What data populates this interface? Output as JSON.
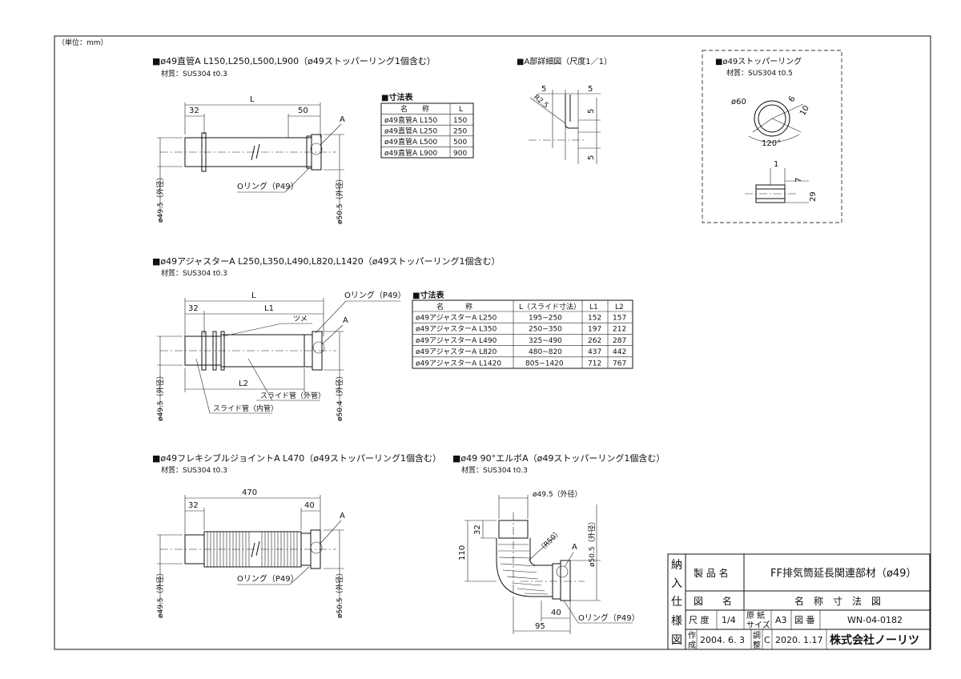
{
  "unit": "（単位：mm）",
  "straight": {
    "title": "■ø49直管A L150,L250,L500,L900（ø49ストッパーリング1個含む）",
    "material": "材質：SUS304 t0.3",
    "dim_L": "L",
    "dim_32": "32",
    "dim_50": "50",
    "label_A": "A",
    "oring": "Oリング（P49）",
    "od_left": "ø49.5（外径）",
    "od_right": "ø50.5（外径）",
    "table_title": "■寸法表",
    "table_head": [
      "名　　称",
      "L"
    ],
    "table_rows": [
      [
        "ø49直管A L150",
        "150"
      ],
      [
        "ø49直管A L250",
        "250"
      ],
      [
        "ø49直管A L500",
        "500"
      ],
      [
        "ø49直管A L900",
        "900"
      ]
    ]
  },
  "detailA": {
    "title": "■A部詳細図（尺度1／1）",
    "d1": "5",
    "d2": "5",
    "r": "R2.5",
    "v1": "5",
    "v2": "5"
  },
  "stopper": {
    "title": "■ø49ストッパーリング",
    "material": "材質：SUS304 t0.5",
    "d60": "ø60",
    "d6": "6",
    "d10": "10",
    "ang": "120°",
    "d1": "1",
    "d7": "7",
    "d29": "29"
  },
  "adjuster": {
    "title": "■ø49アジャスターA L250,L350,L490,L820,L1420（ø49ストッパーリング1個含む）",
    "material": "材質：SUS304 t0.3",
    "dim_L": "L",
    "dim_32": "32",
    "dim_L1": "L1",
    "dim_L2": "L2",
    "oring": "Oリング（P49）",
    "tsume": "ツメ",
    "label_A": "A",
    "slide_outer": "スライド管（外管）",
    "slide_inner": "スライド管（内管）",
    "od_left": "ø49.5（外径）",
    "od_right": "ø50.4（外径）",
    "table_title": "■寸法表",
    "table_head": [
      "名　　　称",
      "L（スライド寸法）",
      "L1",
      "L2"
    ],
    "table_rows": [
      [
        "ø49アジャスターA L250",
        "195~250",
        "152",
        "157"
      ],
      [
        "ø49アジャスターA L350",
        "250~350",
        "197",
        "212"
      ],
      [
        "ø49アジャスターA L490",
        "325~490",
        "262",
        "287"
      ],
      [
        "ø49アジャスターA L820",
        "480~820",
        "437",
        "442"
      ],
      [
        "ø49アジャスターA L1420",
        "805~1420",
        "712",
        "767"
      ]
    ]
  },
  "flex": {
    "title": "■ø49フレキシブルジョイントA L470（ø49ストッパーリング1個含む）",
    "material": "材質：SUS304 t0.3",
    "dim_470": "470",
    "dim_32": "32",
    "dim_40": "40",
    "label_A": "A",
    "oring": "Oリング（P49）",
    "od_left": "ø49.5（外径）",
    "od_right": "ø50.5（外径）"
  },
  "elbow": {
    "title": "■ø49 90°エルボA（ø49ストッパーリング1個含む）",
    "material": "材質：SUS304 t0.3",
    "od_top": "ø49.5（外径）",
    "od_right": "ø50.5（外径）",
    "dim_32": "32",
    "dim_110": "110",
    "r50": "（R50）",
    "label_A": "A",
    "dim_40": "40",
    "dim_95": "95",
    "oring": "Oリング（P49）"
  },
  "titleblock": {
    "side": [
      "納",
      "入",
      "仕",
      "様",
      "図"
    ],
    "product_label": "製 品 名",
    "product_value": "FF排気筒延長関連部材（ø49）",
    "drawing_label": "図　　名",
    "drawing_value": "名　称　寸　法　図",
    "scale_label": "尺 度",
    "scale_value": "1/4",
    "paper_label_1": "原 紙",
    "paper_label_2": "サイズ",
    "paper_value": "A3",
    "number_label": "図 番",
    "number_value": "WN-04-0182",
    "made_label_1": "作",
    "made_label_2": "成",
    "made_value": "2004. 6. 3",
    "adj_label_1": "調",
    "adj_label_2": "整",
    "adj_mark": "C",
    "adj_value": "2020. 1.17",
    "company": "株式会社ノーリツ"
  }
}
